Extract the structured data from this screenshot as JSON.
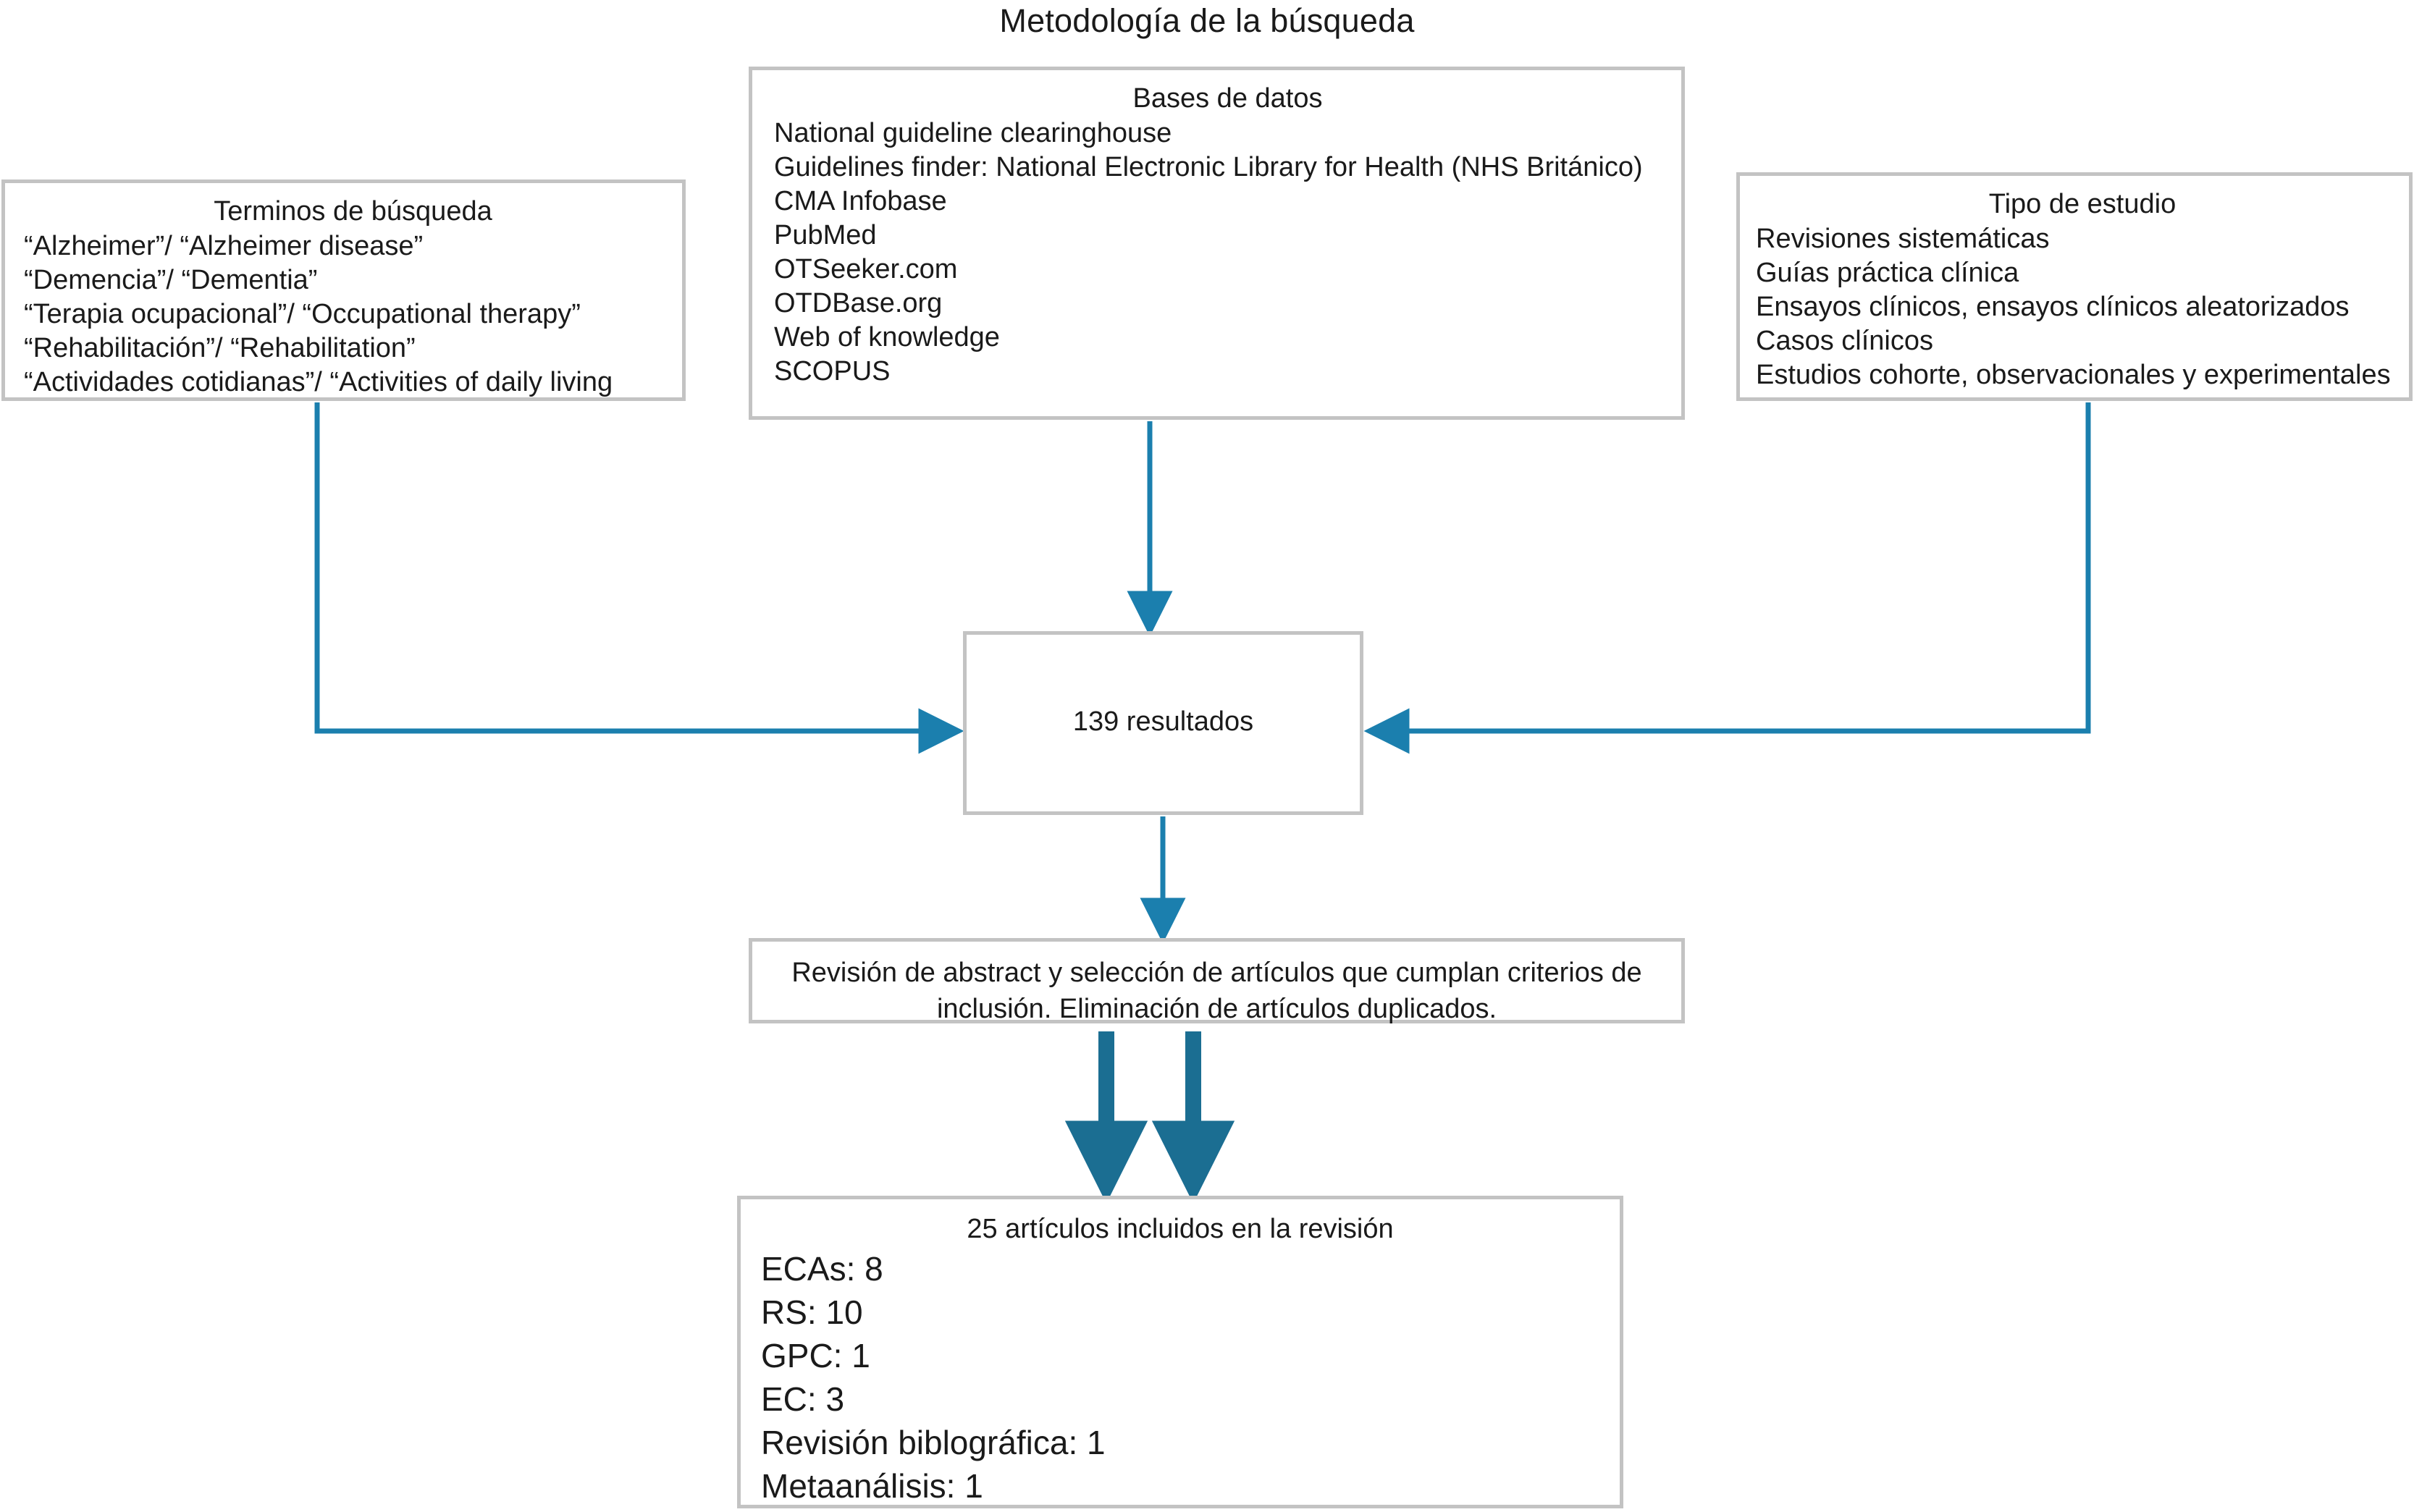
{
  "title": "Metodología de la búsqueda",
  "colors": {
    "arrow_blue": "#1b7fae",
    "arrow_blue_thick": "#1b6e92",
    "box_border": "#c3c3c3",
    "text": "#1a1a1a",
    "background": "#ffffff"
  },
  "search_terms_box": {
    "heading": "Terminos de búsqueda",
    "items": [
      "“Alzheimer”/ “Alzheimer disease”",
      "“Demencia”/ “Dementia”",
      "“Terapia ocupacional”/ “Occupational therapy”",
      "“Rehabilitación”/ “Rehabilitation”",
      "“Actividades cotidianas”/ “Activities of daily living"
    ]
  },
  "databases_box": {
    "heading": "Bases de datos",
    "items": [
      "National guideline clearinghouse",
      "Guidelines finder: National Electronic Library for Health (NHS Británico)",
      "CMA Infobase",
      "PubMed",
      "OTSeeker.com",
      "OTDBase.org",
      "Web of knowledge",
      "SCOPUS"
    ]
  },
  "study_type_box": {
    "heading": "Tipo de estudio",
    "items": [
      "Revisiones sistemáticas",
      "Guías práctica clínica",
      "Ensayos clínicos, ensayos clínicos aleatorizados",
      "Casos clínicos",
      "Estudios cohorte, observacionales y experimentales"
    ]
  },
  "results_box": {
    "label": "139 resultados"
  },
  "review_box": {
    "text": "Revisión de abstract y selección de artículos que cumplan criterios de inclusión. Eliminación de artículos duplicados."
  },
  "final_box": {
    "heading": "25 artículos incluidos en la revisión",
    "items": [
      "ECAs: 8",
      "RS: 10",
      "GPC: 1",
      "EC: 3",
      "Revisión biblográfica: 1",
      "Metaanálisis: 1"
    ]
  },
  "connectors": [
    {
      "name": "terms-to-results",
      "style": "elbow-down-right",
      "thickness": "thin"
    },
    {
      "name": "databases-to-results",
      "style": "straight-down",
      "thickness": "thin"
    },
    {
      "name": "study-type-to-results",
      "style": "elbow-down-left",
      "thickness": "thin"
    },
    {
      "name": "results-to-review",
      "style": "straight-down",
      "thickness": "thin"
    },
    {
      "name": "review-to-final-left",
      "style": "straight-down",
      "thickness": "thick"
    },
    {
      "name": "review-to-final-right",
      "style": "straight-down",
      "thickness": "thick"
    }
  ]
}
